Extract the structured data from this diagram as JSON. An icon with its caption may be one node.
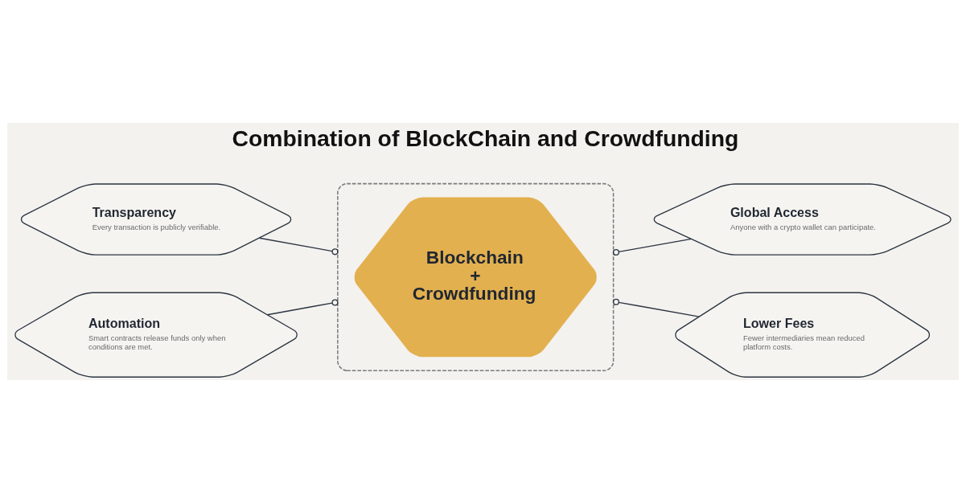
{
  "diagram": {
    "title": "Combination of BlockChain and Crowdfunding",
    "nodes": [
      {
        "text": [],
        "shape": "hexagon"
      },
      {
        "text": [
          "Blockchain + Crowdfunding"
        ],
        "in": 0
      },
      {
        "text": [
          "Global Access",
          "Anyone with a crypto wallet can participate."
        ]
      },
      {
        "text": [
          "Lower Fees",
          "Fewer intermediaries mean reduced platform costs."
        ]
      },
      {
        "text": [
          "Transparency",
          "Every transaction is publicly verifiable."
        ]
      },
      {
        "text": [
          "Automation",
          "Smart contracts release funds only when conditions are met."
        ]
      }
    ],
    "edges": [
      {
        "from": 0,
        "to": 2,
        "arrow": "other"
      },
      {
        "from": 0,
        "to": 3,
        "arrow": "other"
      },
      {
        "from": 4,
        "to": 0,
        "arrow": "other"
      },
      {
        "from": 5,
        "to": 0,
        "arrow": "other"
      }
    ]
  }
}
